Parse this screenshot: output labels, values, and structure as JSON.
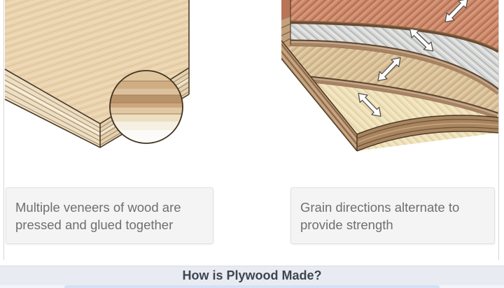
{
  "cards": {
    "left": {
      "caption": "Multiple veneers of wood are pressed and glued together"
    },
    "right": {
      "caption": "Grain directions alternate to provide strength"
    }
  },
  "footer": {
    "title": "How is Plywood Made?"
  },
  "icons": {
    "magnifier": "magnifier-circle",
    "grain_arrows": "double-headed grain direction arrows (4, alternating diagonal)"
  },
  "colors": {
    "board_top": "#ead3ae",
    "board_edge_light": "#ecdfc4",
    "layer_red": "#cb8a6c",
    "layer_gray": "#d7d8d6",
    "layer_tan": "#d9c098",
    "layer_cream": "#eee1ba",
    "layer_edge_brown": "#a78263",
    "caption_bg": "#f4f4f4",
    "caption_text": "#6f6f6f",
    "footer_bg": "#e8ecf2",
    "footer_text": "#3f4550",
    "button_blue_sliver": "#d5e1f4"
  }
}
